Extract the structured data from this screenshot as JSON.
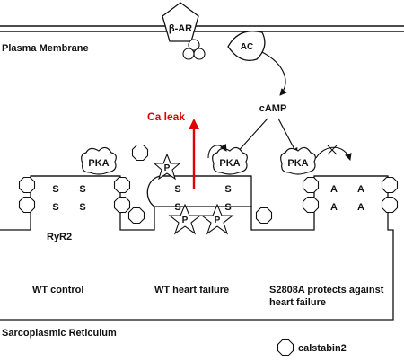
{
  "membrane": {
    "plasma_label": "Plasma Membrane",
    "sr_label": "Sarcoplasmic Reticulum"
  },
  "signaling": {
    "receptor": "β-AR",
    "enzyme": "AC",
    "messenger": "cAMP",
    "leak": "Ca leak",
    "kinase": "PKA",
    "phospho": "P"
  },
  "channel": {
    "name": "RyR2",
    "serine": "S",
    "alanine": "A"
  },
  "panels": {
    "wt_control": "WT control",
    "wt_failure": "WT heart failure",
    "mutant_line1": "S2808A protects against",
    "mutant_line2": "heart failure"
  },
  "legend": {
    "calstabin": "calstabin2"
  },
  "colors": {
    "leak": "#e00000",
    "stroke": "#111111"
  }
}
